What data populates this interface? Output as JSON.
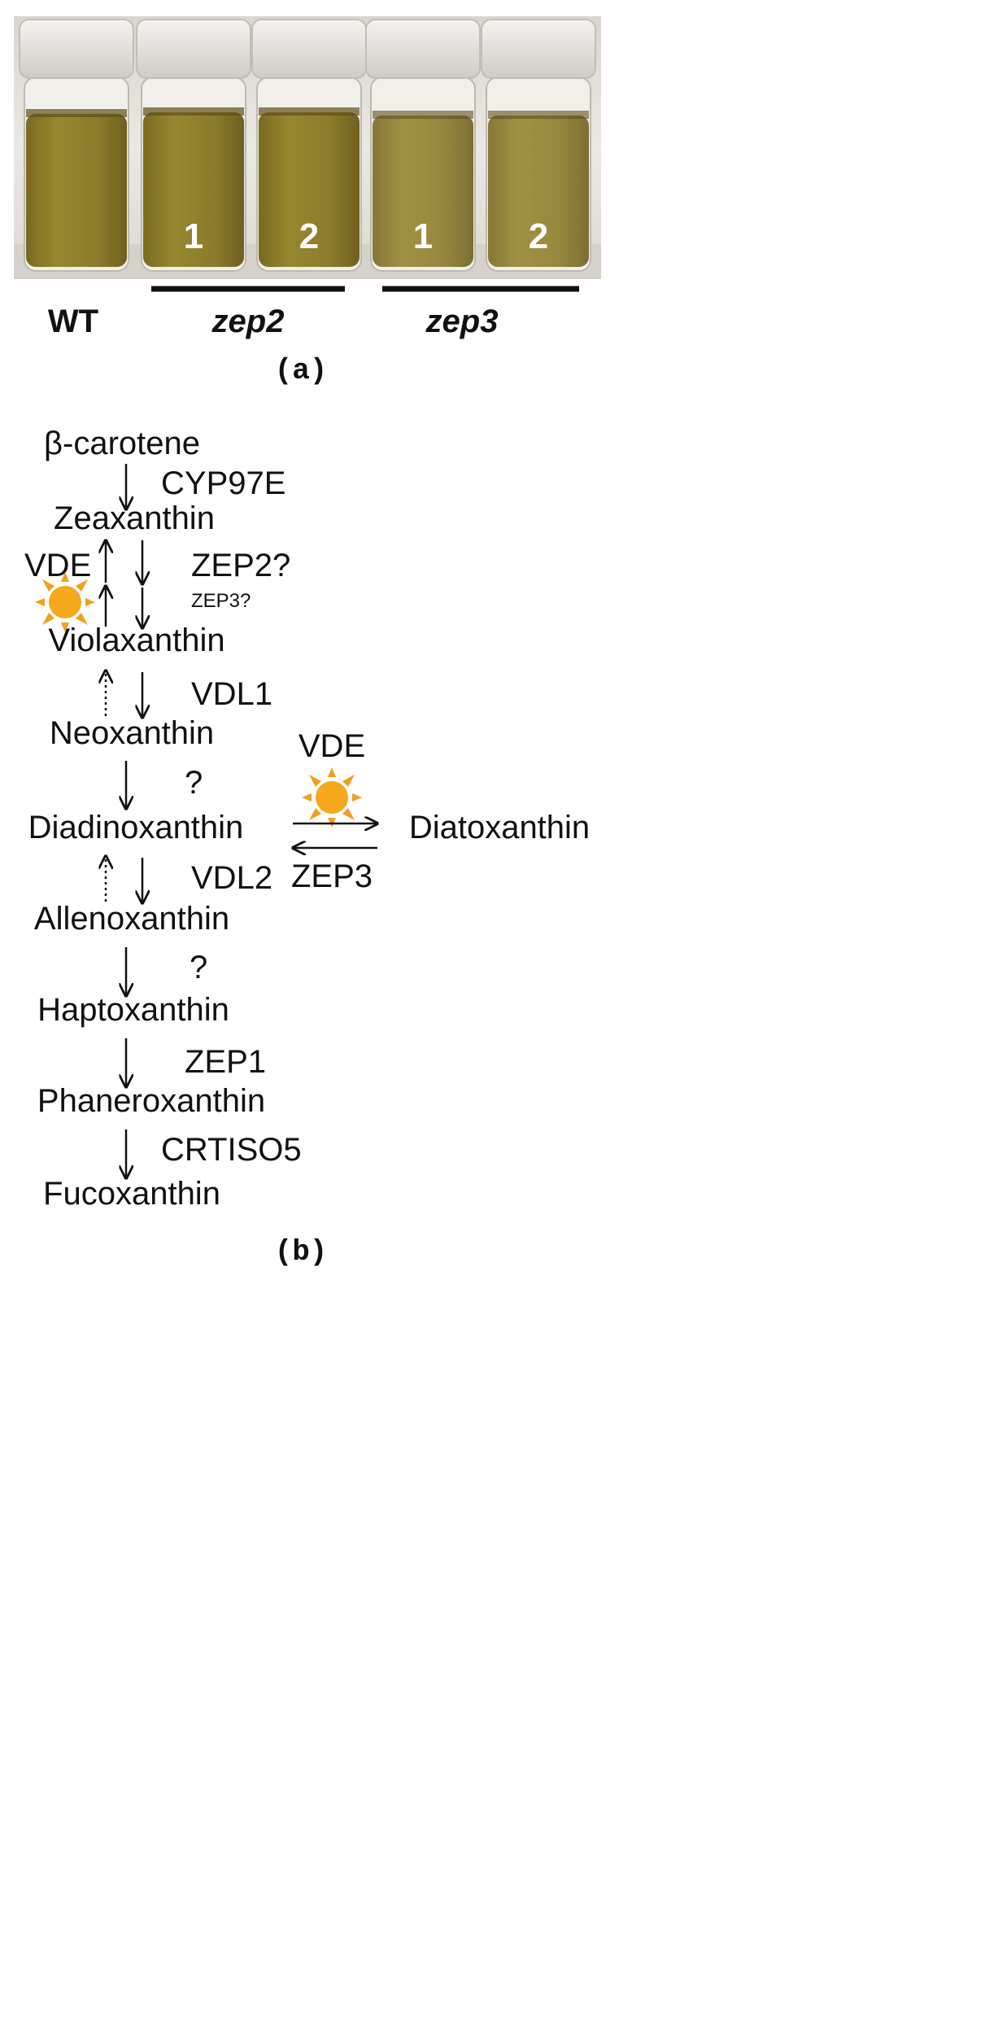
{
  "panel_a": {
    "caption": "(a)",
    "vial_numbers": [
      "1",
      "2",
      "1",
      "2"
    ],
    "groups": {
      "wt": "WT",
      "zep2": "zep2",
      "zep3": "zep3"
    },
    "colors": {
      "liquid": "#8a7a2e",
      "liquid_light": "#9a8a3a",
      "background": "#e8e6e3"
    }
  },
  "panel_b": {
    "caption": "(b)",
    "compounds": {
      "beta_carotene": "β-carotene",
      "zeaxanthin": "Zeaxanthin",
      "violaxanthin": "Violaxanthin",
      "neoxanthin": "Neoxanthin",
      "diadinoxanthin": "Diadinoxanthin",
      "diatoxanthin": "Diatoxanthin",
      "allenoxanthin": "Allenoxanthin",
      "haptoxanthin": "Haptoxanthin",
      "phaneroxanthin": "Phaneroxanthin",
      "fucoxanthin": "Fucoxanthin"
    },
    "enzymes": {
      "cyp97e": "CYP97E",
      "vde_left": "VDE",
      "zep2_q": "ZEP2?",
      "zep3_q": "ZEP3?",
      "vdl1": "VDL1",
      "unknown_1": "?",
      "vde_right": "VDE",
      "zep3": "ZEP3",
      "vdl2": "VDL2",
      "unknown_2": "?",
      "zep1": "ZEP1",
      "crtiso5": "CRTISO5"
    },
    "icons": [
      "sun-icon",
      "arrow-down-icon",
      "arrow-up-icon",
      "dotted-arrow-up-icon",
      "arrow-right-icon",
      "arrow-left-icon"
    ],
    "colors": {
      "sun": "#f5a81c",
      "sun_rays": "#f0a020"
    }
  }
}
